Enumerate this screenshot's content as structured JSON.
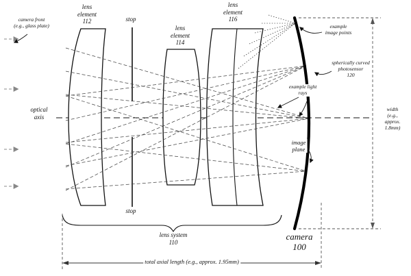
{
  "diagram": {
    "lens112": "lens\nelement\n112",
    "stop_top": "stop",
    "stop_bottom": "stop",
    "lens114": "lens\nelement\n114",
    "lens116": "lens\nelement\n116",
    "camera_front": "camera front\n(e.g., glass plate)",
    "optical_axis": "optical\naxis",
    "example_image_points": "example\nimage points",
    "photosensor": "spherically curved\nphotosensor\n120",
    "example_light_rays": "example light\nrays",
    "image_plane": "image\nplane",
    "width": "width\n(e.g., approx.\n1.8mm)",
    "lens_system": "lens system\n110",
    "camera": "camera\n100",
    "total_axial_length": "total axial length (e.g., approx. 1.95mm)"
  },
  "colors": {
    "ink": "#111111",
    "ray": "#444444",
    "dim": "#888888"
  }
}
